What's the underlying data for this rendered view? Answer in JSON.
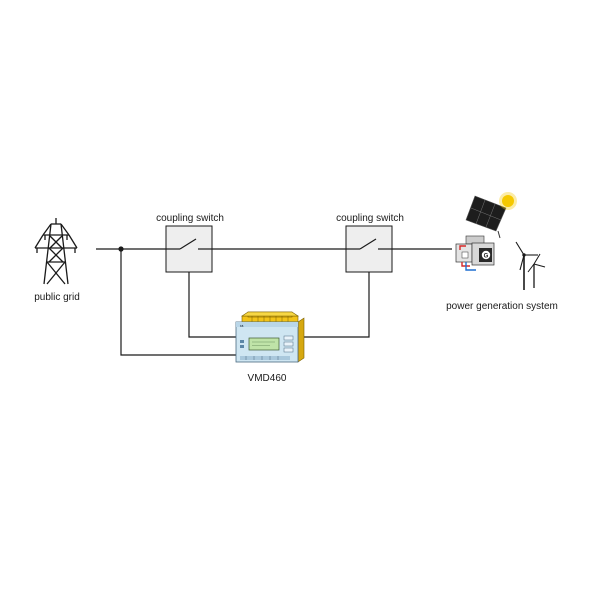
{
  "labels": {
    "public_grid": "public grid",
    "coupling_switch_1": "coupling switch",
    "coupling_switch_2": "coupling switch",
    "device": "VMD460",
    "power_generation": "power generation system"
  },
  "icons": {
    "grid": "transmission-tower-icon",
    "switch": "coupling-switch-icon",
    "device": "vmd460-device-icon",
    "solar": "solar-panel-icon",
    "sun": "sun-icon",
    "generator": "generator-icon",
    "wind": "wind-turbine-icon"
  },
  "colors": {
    "line": "#1a1a1a",
    "switch_fill": "#eeeeee",
    "device_yellow": "#f2c318",
    "device_panel": "#cfe6f2",
    "display": "#bfe3a8",
    "sun": "#f5c800"
  }
}
